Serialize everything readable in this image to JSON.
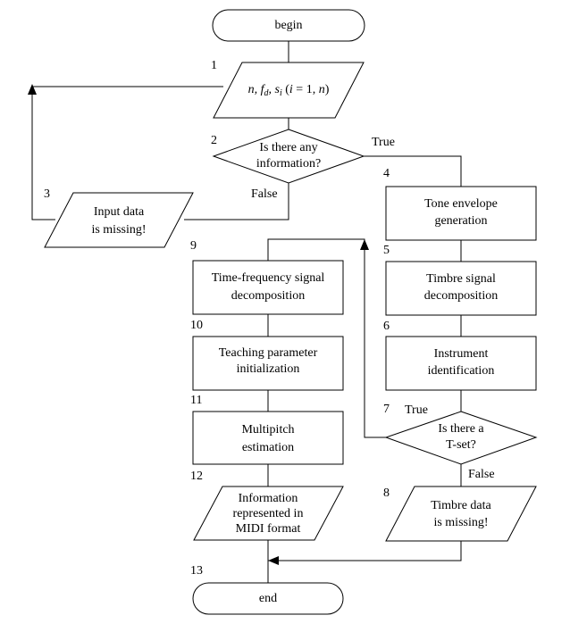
{
  "colors": {
    "line": "#000000",
    "background": "#ffffff"
  },
  "nodes": {
    "begin": "begin",
    "input": {
      "n": "n",
      "fd": "f",
      "fd_sub": "d",
      "s": "s",
      "s_sub": "i",
      "range_open": " (",
      "i": "i",
      "range_mid": " = 1, ",
      "n2": "n",
      "range_close": ")"
    },
    "decision_info": [
      "Is there any",
      "information?"
    ],
    "missing_input": [
      "Input data",
      "is missing!"
    ],
    "tone_envelope": [
      "Tone envelope",
      "generation"
    ],
    "timbre_decomp": [
      "Timbre signal",
      "decomposition"
    ],
    "instrument_id": [
      "Instrument",
      "identification"
    ],
    "decision_tset": [
      "Is there a",
      "T-set?"
    ],
    "missing_timbre": [
      "Timbre data",
      "is missing!"
    ],
    "tf_decomp": [
      "Time-frequency signal",
      "decomposition"
    ],
    "teaching": [
      "Teaching parameter",
      "initialization"
    ],
    "multipitch": [
      "Multipitch",
      "estimation"
    ],
    "midi": [
      "Information",
      "represented in",
      "MIDI format"
    ],
    "end": "end"
  },
  "numbers": {
    "n1": "1",
    "n2": "2",
    "n3": "3",
    "n4": "4",
    "n5": "5",
    "n6": "6",
    "n7": "7",
    "n8": "8",
    "n9": "9",
    "n10": "10",
    "n11": "11",
    "n12": "12",
    "n13": "13"
  },
  "conditions": {
    "true1": "True",
    "false1": "False",
    "true2": "True",
    "false2": "False"
  }
}
